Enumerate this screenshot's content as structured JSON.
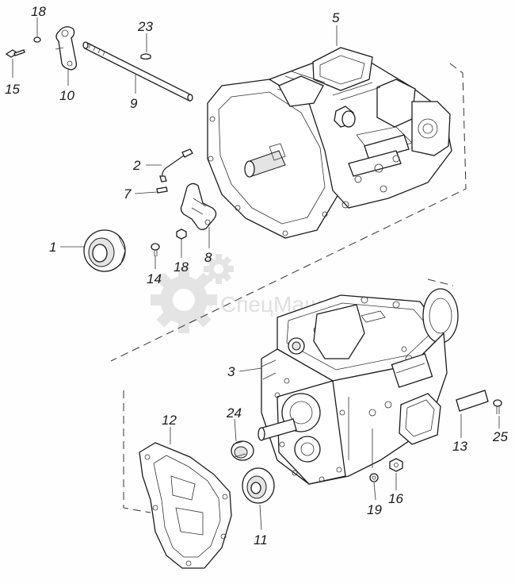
{
  "callouts": [
    {
      "id": "18a",
      "text": "18"
    },
    {
      "id": "15",
      "text": "15"
    },
    {
      "id": "10",
      "text": "10"
    },
    {
      "id": "23",
      "text": "23"
    },
    {
      "id": "9",
      "text": "9"
    },
    {
      "id": "5",
      "text": "5"
    },
    {
      "id": "2",
      "text": "2"
    },
    {
      "id": "7",
      "text": "7"
    },
    {
      "id": "1",
      "text": "1"
    },
    {
      "id": "14",
      "text": "14"
    },
    {
      "id": "18b",
      "text": "18"
    },
    {
      "id": "8",
      "text": "8"
    },
    {
      "id": "3",
      "text": "3"
    },
    {
      "id": "12",
      "text": "12"
    },
    {
      "id": "24",
      "text": "24"
    },
    {
      "id": "13",
      "text": "13"
    },
    {
      "id": "25",
      "text": "25"
    },
    {
      "id": "19",
      "text": "19"
    },
    {
      "id": "16",
      "text": "16"
    },
    {
      "id": "11",
      "text": "11"
    }
  ],
  "watermark": {
    "text": "СпецМаш",
    "color": "#c9c9c9"
  },
  "colors": {
    "line": "#1b1b1b",
    "background": "#fefefe"
  }
}
